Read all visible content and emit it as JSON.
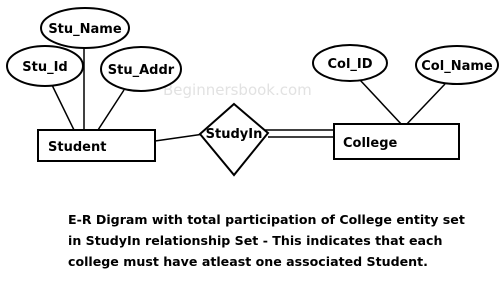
{
  "diagram": {
    "watermark": "Beginnersbook.com",
    "entities": {
      "student": "Student",
      "college": "College"
    },
    "relationship": "StudyIn",
    "attributes": {
      "stu_name": "Stu_Name",
      "stu_id": "Stu_Id",
      "stu_addr": "Stu_Addr",
      "col_id": "Col_ID",
      "col_name": "Col_Name"
    }
  },
  "caption": {
    "lines": [
      "E-R Digram with total participation of College entity set",
      "in StudyIn relationship Set - This indicates that each",
      "college must have atleast one associated Student."
    ]
  }
}
